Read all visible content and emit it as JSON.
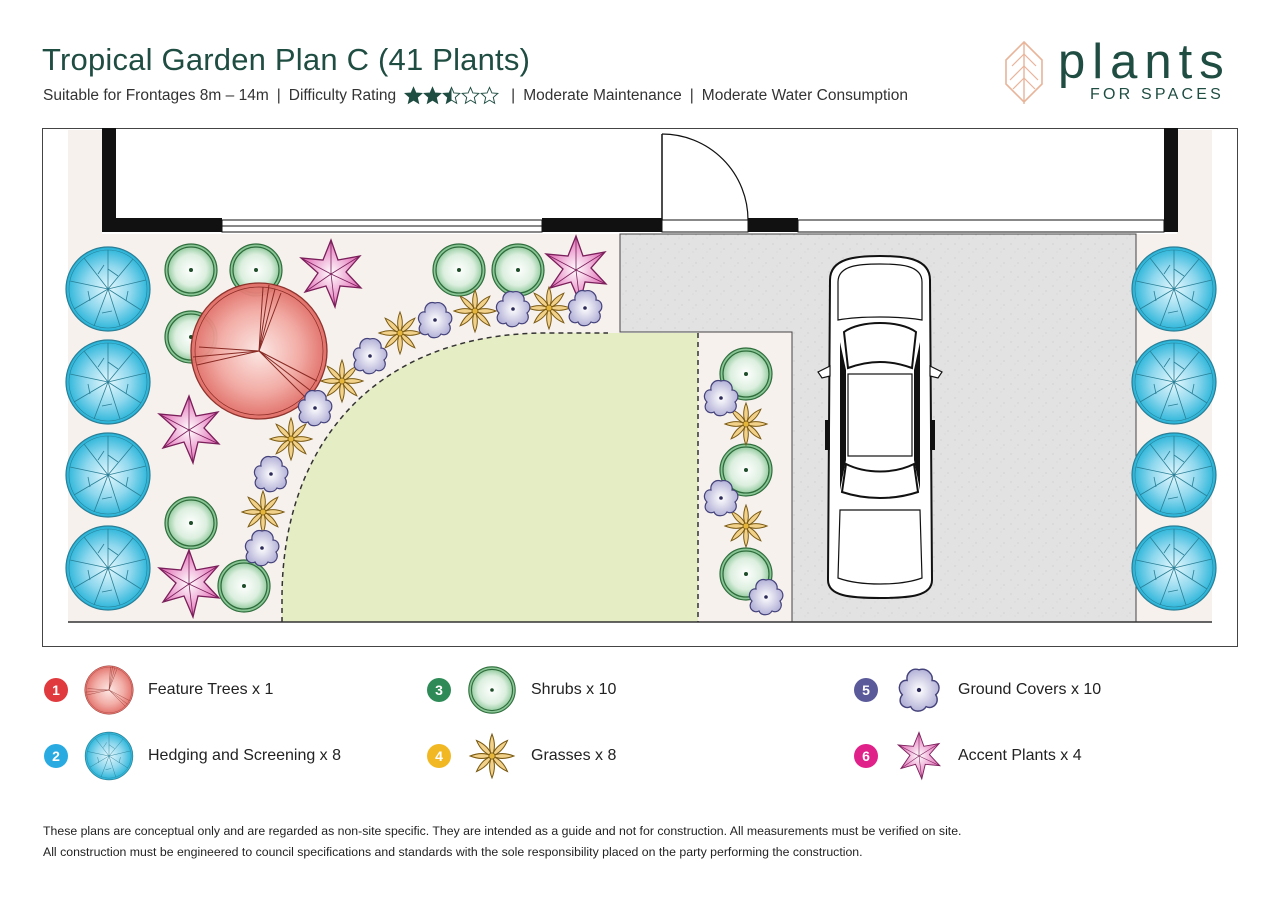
{
  "header": {
    "title": "Tropical Garden Plan C (41 Plants)",
    "frontage": "Suitable for Frontages 8m – 14m",
    "difficulty_label": "Difficulty Rating",
    "difficulty_rating": 2.5,
    "difficulty_max": 5,
    "maintenance": "Moderate Maintenance",
    "water": "Moderate Water Consumption",
    "separator": "|"
  },
  "logo": {
    "word": "plants",
    "sub": "FOR SPACES"
  },
  "legend": [
    {
      "num": "1",
      "label": "Feature Trees x 1",
      "icon": "feature-tree-icon",
      "color": "#e03a3e"
    },
    {
      "num": "2",
      "label": "Hedging and Screening x 8",
      "icon": "hedging-icon",
      "color": "#29abe2"
    },
    {
      "num": "3",
      "label": "Shrubs x 10",
      "icon": "shrub-icon",
      "color": "#2e8b57"
    },
    {
      "num": "4",
      "label": "Grasses x 8",
      "icon": "grass-icon",
      "color": "#f2b824"
    },
    {
      "num": "5",
      "label": "Ground Covers x 10",
      "icon": "groundcover-icon",
      "color": "#5a5a9a"
    },
    {
      "num": "6",
      "label": "Accent Plants x 4",
      "icon": "accent-plant-icon",
      "color": "#e0218a"
    }
  ],
  "disclaimer": [
    "These plans are conceptual only and are regarded as non-site specific. They are intended as a guide and not for construction. All measurements must be verified on site.",
    "All construction must be engineered to council specifications and standards with the sole responsibility placed on the party performing the construction."
  ],
  "colors": {
    "brand": "#1f4d42",
    "lawn": "#e5edc4",
    "driveway": "#e3e3e3",
    "bed": "#f7f1ee",
    "hedge": "#29b6d8",
    "shrub": "#6fb37e",
    "tree": "#e26464",
    "accent": "#d957a8",
    "grass": "#e5b53a",
    "groundcover": "#aaa8d0"
  }
}
